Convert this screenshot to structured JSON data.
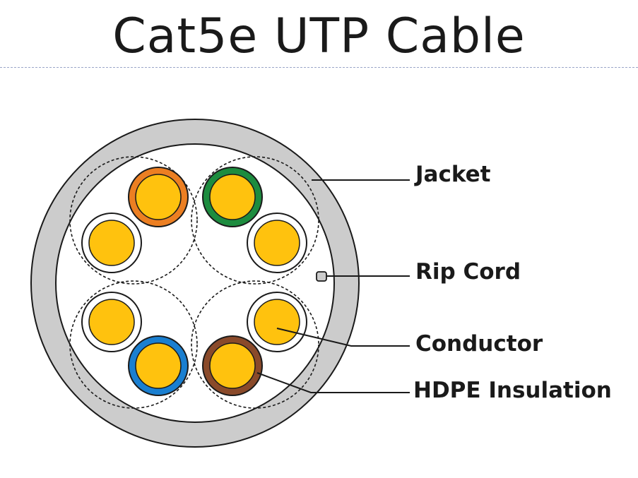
{
  "title": "Cat5e UTP Cable",
  "labels": {
    "jacket": "Jacket",
    "rip_cord": "Rip Cord",
    "conductor": "Conductor",
    "insulation": "HDPE Insulation"
  },
  "colors": {
    "jacket": "#cccccc",
    "conductor": "#ffc20e",
    "orange": "#ec7f22",
    "green": "#1d8c3f",
    "blue": "#1a7fd0",
    "brown": "#8a4a2a",
    "white": "#ffffff",
    "outline": "#1a1a1a"
  }
}
